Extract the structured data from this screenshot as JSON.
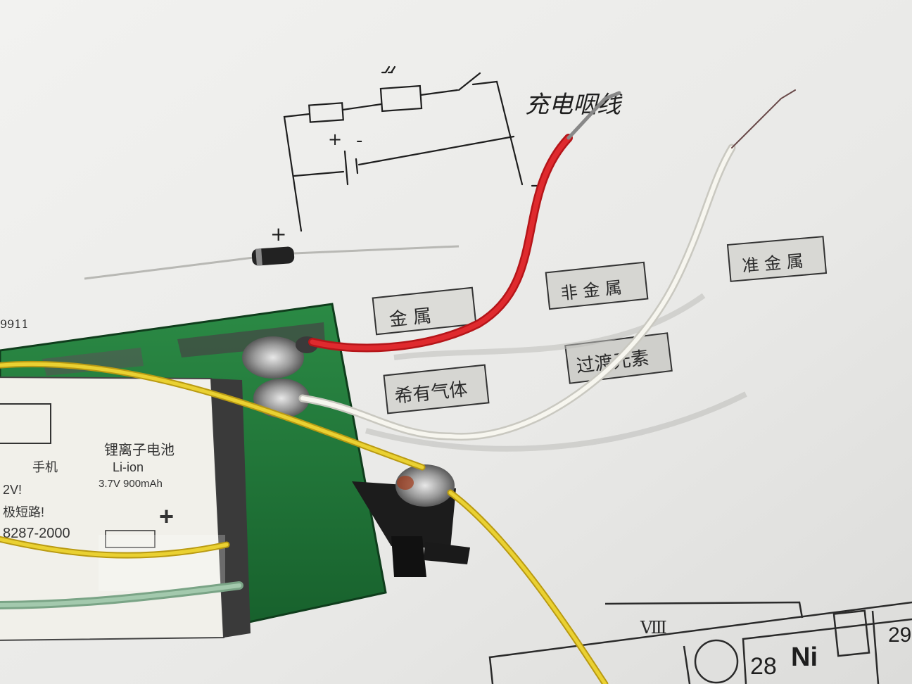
{
  "sketch": {
    "title": "充电咽线",
    "plus_sign": "+",
    "minus_sign": "-",
    "diode_mark": "+"
  },
  "periodic_table_labels": {
    "metal": "金  属",
    "nonmetal": "非 金 属",
    "metalloid": "准 金 属",
    "transition": "过渡元素",
    "noble_gas": "希有气体",
    "group": "Ⅷ",
    "number": "28",
    "symbol": "Ni",
    "next_number": "29",
    "corner_text": "9911"
  },
  "battery": {
    "label_cn": "锂离子电池",
    "label_en": "Li-ion",
    "spec": "3.7V 900mAh",
    "phone": "手机",
    "voltage_frag": "2V!",
    "warning_frag": "极短路!",
    "hotline_frag": "8287-2000",
    "plus_sign": "+"
  },
  "colors": {
    "paper": "#ececea",
    "pcb": "#1f7a3a",
    "wire_red": "#d21d22",
    "wire_white": "#f2f1ea",
    "wire_yellow": "#e2c21c",
    "wire_green": "#8fb89a"
  }
}
